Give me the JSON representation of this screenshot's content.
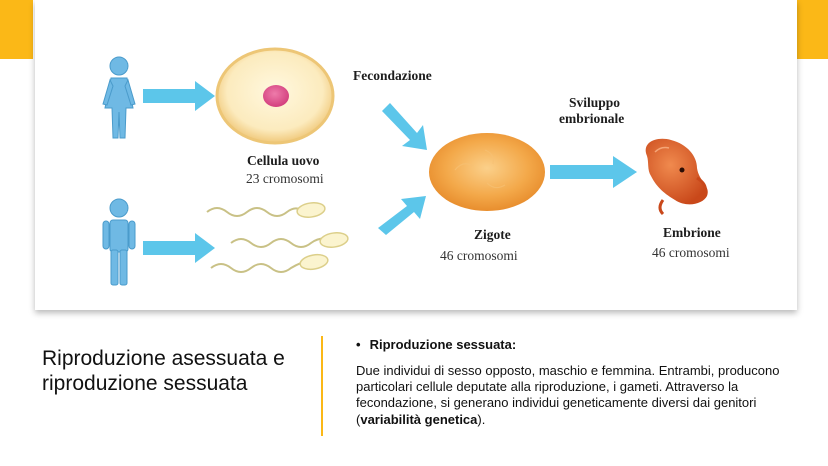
{
  "colors": {
    "accent": "#FBB817",
    "arrow": "#5CC6EA",
    "figure_blue": "#6FB9E4",
    "egg_fill": "#FDF1C8",
    "egg_rim": "#F2CF83",
    "nucleus": "#E1558F",
    "zygote": "#F2A445",
    "embryo": "#D8571F"
  },
  "diagram": {
    "fecondazione": "Fecondazione",
    "sviluppo_line1": "Sviluppo",
    "sviluppo_line2": "embrionale",
    "cellula_name": "Cellula uovo",
    "cellula_count": "23 cromosomi",
    "zigote_name": "Zigote",
    "zigote_count": "46 cromosomi",
    "embrione_name": "Embrione",
    "embrione_count": "46 cromosomi",
    "icons": [
      "female-figure-icon",
      "male-figure-icon",
      "egg-cell-icon",
      "sperm-icon",
      "zygote-icon",
      "embryo-icon"
    ]
  },
  "slide": {
    "title": "Riproduzione asessuata e riproduzione sessuata",
    "bullet": "•",
    "bullet_heading": "Riproduzione sessuata:",
    "body_prefix": "Due individui di sesso opposto, maschio e femmina. Entrambi, producono particolari cellule deputate alla riproduzione, i gameti. Attraverso la fecondazione, si generano individui geneticamente diversi dai genitori (",
    "body_bold": "variabilità genetica",
    "body_suffix": ")."
  }
}
